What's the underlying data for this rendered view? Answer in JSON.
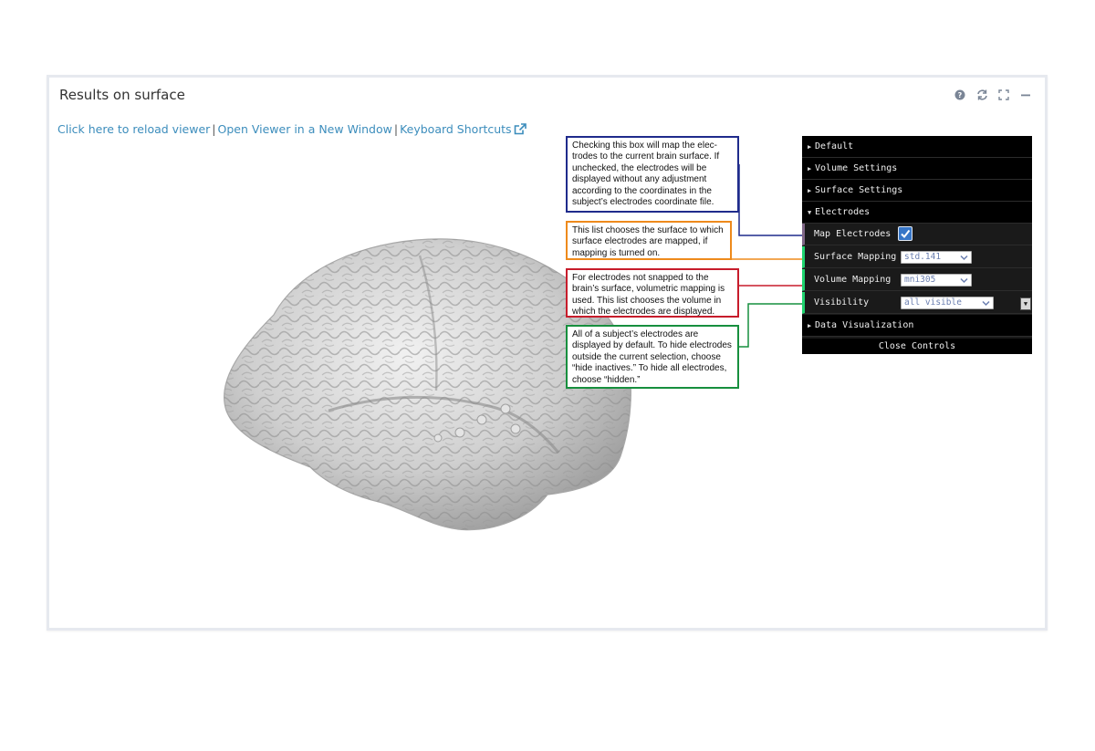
{
  "panel": {
    "title": "Results on surface",
    "tools": [
      "question-icon",
      "refresh-icon",
      "expand-icon",
      "minimize-icon"
    ]
  },
  "links": {
    "reload": "Click here to reload viewer",
    "new_window": "Open Viewer in a New Window",
    "shortcuts": "Keyboard Shortcuts",
    "separator": "|"
  },
  "callouts": {
    "map": "Checking this box will map the elec-trodes to the current brain surface. If unchecked, the electrodes will be displayed without any adjustment according to the coordinates in the subject’s electrodes coordinate file.",
    "surface": "This list chooses the surface to which surface electrodes are mapped, if mapping is turned on.",
    "volume": "For electrodes not snapped to the brain’s surface, volumetric mapping is used. This list chooses the volume in which the electrodes are displayed.",
    "visibility": "All of a subject’s electrodes are displayed by default. To hide electrodes outside the current selection, choose “hide inactives.” To hide all electrodes, choose “hidden.”"
  },
  "controls": {
    "folders": {
      "default": "Default",
      "volume_settings": "Volume Settings",
      "surface_settings": "Surface Settings",
      "electrodes": "Electrodes",
      "data_visualization": "Data Visualization"
    },
    "map_electrodes": {
      "label": "Map Electrodes",
      "checked": true
    },
    "surface_mapping": {
      "label": "Surface Mapping",
      "value": "std.141"
    },
    "volume_mapping": {
      "label": "Volume Mapping",
      "value": "mni305"
    },
    "visibility": {
      "label": "Visibility",
      "value": "all visible"
    },
    "close": "Close Controls"
  },
  "colors": {
    "link": "#3c8dbc",
    "callout_map": "#1f2b8c",
    "callout_surface": "#ee8a1c",
    "callout_volume": "#c71c2b",
    "callout_visibility": "#178f3e"
  }
}
